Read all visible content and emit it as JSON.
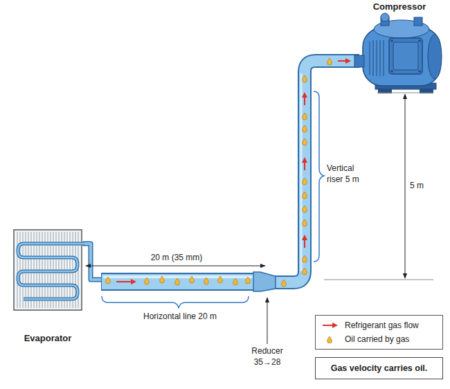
{
  "diagram": {
    "nodes": [
      {
        "text": [
          "Compressor"
        ]
      },
      {
        "text": [
          "Evaporator"
        ]
      },
      {
        "text": [
          "Gas velocity carries oil."
        ]
      }
    ],
    "edges": [
      {
        "from": 1,
        "to": 0,
        "arrow": "none"
      }
    ],
    "labels": [
      "20 m (35 mm)",
      "Horizontal line 20 m",
      "Reducer 35→28",
      "Vertical riser 5 m",
      "5 m"
    ],
    "legend": [
      {
        "text": "Refrigerant gas flow"
      },
      {
        "text": "Oil carried by gas"
      }
    ]
  }
}
